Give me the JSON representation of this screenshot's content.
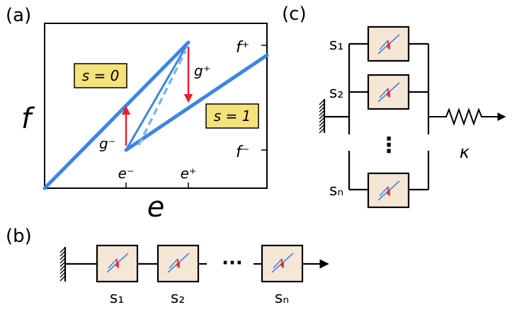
{
  "panel_a": {
    "label": "(a)",
    "y_axis_label": "f",
    "x_axis_label": "e",
    "x_ticks": [
      "e⁻",
      "e⁺"
    ],
    "y_ticks": [
      "f⁺",
      "f⁻"
    ],
    "state_0_label": "s = 0",
    "state_1_label": "s = 1",
    "g_plus_label": "g⁺",
    "g_minus_label": "g⁻"
  },
  "panel_b": {
    "label": "(b)",
    "ellipsis": "···",
    "element_labels": [
      "s₁",
      "s₂",
      "sₙ"
    ]
  },
  "panel_c": {
    "label": "(c)",
    "element_labels": [
      "s₁",
      "s₂",
      "sₙ"
    ],
    "ellipsis": "⋮",
    "spring_label": "κ"
  },
  "colors": {
    "branch_blue": "#3a86e6",
    "arrow_red": "#e8202a",
    "state_box": "#f5e27a",
    "element_fill": "#f5e6d6"
  }
}
